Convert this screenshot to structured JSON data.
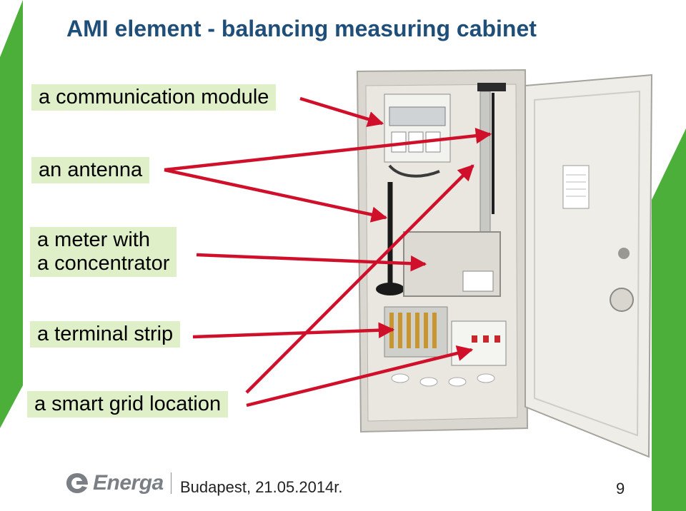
{
  "slide": {
    "title": "AMI element - balancing measuring cabinet",
    "labels": {
      "communication_module": "a communication module",
      "antenna": "an antenna",
      "meter_line1": "a meter with",
      "meter_line2": "a concentrator",
      "terminal_strip": "a terminal strip",
      "smart_grid_location": "a smart grid location"
    },
    "footer": {
      "logo_text": "Energa",
      "location_date": "Budapest, 21.05.2014r.",
      "page_number": "9"
    },
    "colors": {
      "title": "#1f4e79",
      "label_background": "#dff0c8",
      "arrow": "#d0102b",
      "accent_green": "#4caf3a",
      "logo_gray": "#7a7f85"
    }
  }
}
